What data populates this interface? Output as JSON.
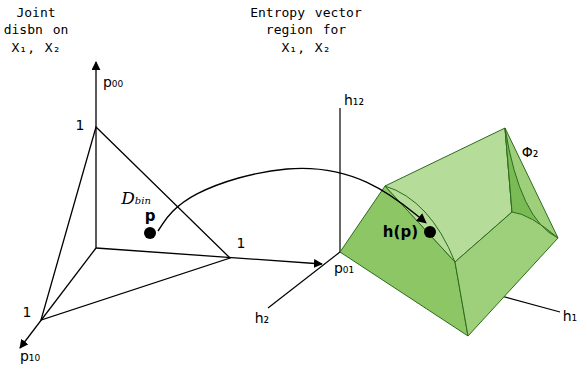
{
  "diagram": {
    "nodes": [
      {
        "text": [
          "p"
        ]
      },
      {
        "text": [
          "h(p)"
        ]
      }
    ],
    "edges": [
      {
        "from": 0,
        "to": 1,
        "arrow": "to"
      }
    ],
    "labels": [
      "Joint disbn on X₁, X₂",
      "p₀₀",
      "1",
      "Dbin",
      "1",
      "p₀₁",
      "1",
      "p₁₀",
      "Entropy vector region for X₁, X₂",
      "h₁₂",
      "Φ₂",
      "h₂",
      "h₁"
    ]
  }
}
